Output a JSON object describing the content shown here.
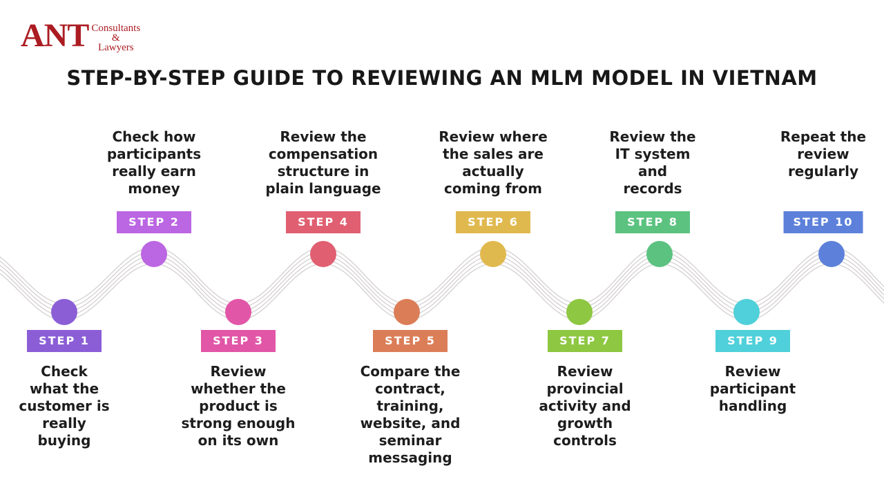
{
  "logo": {
    "acronym": "ANT",
    "line1": "Consultants",
    "line2": "&",
    "line3": "Lawyers",
    "color": "#ab1c22"
  },
  "title": {
    "text": "STEP-BY-STEP GUIDE TO REVIEWING AN MLM MODEL IN VIETNAM",
    "color": "#181818"
  },
  "wave": {
    "line_color": "#d6d2d2"
  },
  "steps": [
    {
      "badge": "STEP 1",
      "color": "#8b5ed6",
      "position": "bottom",
      "text": "Check\nwhat the\ncustomer is\nreally\nbuying"
    },
    {
      "badge": "STEP 2",
      "color": "#bb66e2",
      "position": "top",
      "text": "Check how\nparticipants\nreally earn\nmoney"
    },
    {
      "badge": "STEP 3",
      "color": "#e156a7",
      "position": "bottom",
      "text": "Review\nwhether the\nproduct is\nstrong enough\non its own"
    },
    {
      "badge": "STEP 4",
      "color": "#e05f70",
      "position": "top",
      "text": "Review the\ncompensation\nstructure in\nplain language"
    },
    {
      "badge": "STEP 5",
      "color": "#db7e58",
      "position": "bottom",
      "text": "Compare the\ncontract,\ntraining,\nwebsite, and\nseminar\nmessaging"
    },
    {
      "badge": "STEP 6",
      "color": "#e0b94e",
      "position": "top",
      "text": "Review where\nthe sales are\nactually\ncoming from"
    },
    {
      "badge": "STEP 7",
      "color": "#8ec741",
      "position": "bottom",
      "text": "Review\nprovincial\nactivity and\ngrowth\ncontrols"
    },
    {
      "badge": "STEP 8",
      "color": "#5cc280",
      "position": "top",
      "text": "Review the\nIT system\nand\nrecords"
    },
    {
      "badge": "STEP 9",
      "color": "#4fd0da",
      "position": "bottom",
      "text": "Review\nparticipant\nhandling"
    },
    {
      "badge": "STEP 10",
      "color": "#5d81da",
      "position": "top",
      "text": "Repeat the\nreview\nregularly"
    }
  ]
}
